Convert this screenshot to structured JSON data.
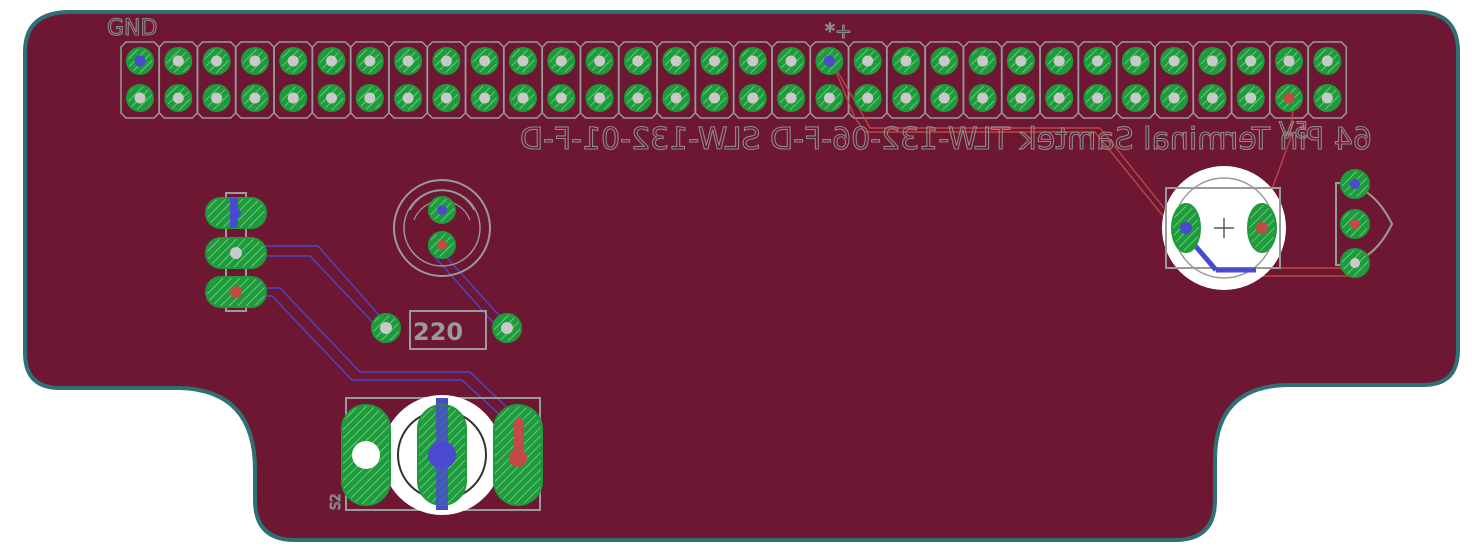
{
  "board": {
    "colors": {
      "substrate": "#6e1732",
      "outline": "#2f6f76",
      "silkscreen": "#9a9a9a",
      "pad": "#1f9a3c",
      "pad_hatch": "#6fd07f",
      "top_trace": "#4a4ad0",
      "bottom_trace": "#c44a4a",
      "drill": "#c9c9c9",
      "keepout": "#ffffff"
    },
    "header": {
      "name": "64 Pin Terminal Samtek TLW-132-06-F-D SLW-132-01-F-D",
      "columns": 32,
      "rows": 2,
      "label_gnd": "GND",
      "label_5v": "5V",
      "marker_top": "*+"
    },
    "resistor_label": "220",
    "switch_label": "S2",
    "components": [
      {
        "name": "three-pin-header-left",
        "type": "connector",
        "pins": 3
      },
      {
        "name": "led-round",
        "type": "led",
        "pins": 2
      },
      {
        "name": "resistor-220",
        "type": "resistor",
        "pins": 2
      },
      {
        "name": "slide-switch-s2",
        "type": "switch",
        "pins": 3
      },
      {
        "name": "capacitor-round",
        "type": "capacitor",
        "pins": 2
      },
      {
        "name": "voltage-regulator",
        "type": "to92",
        "pins": 3
      }
    ]
  }
}
